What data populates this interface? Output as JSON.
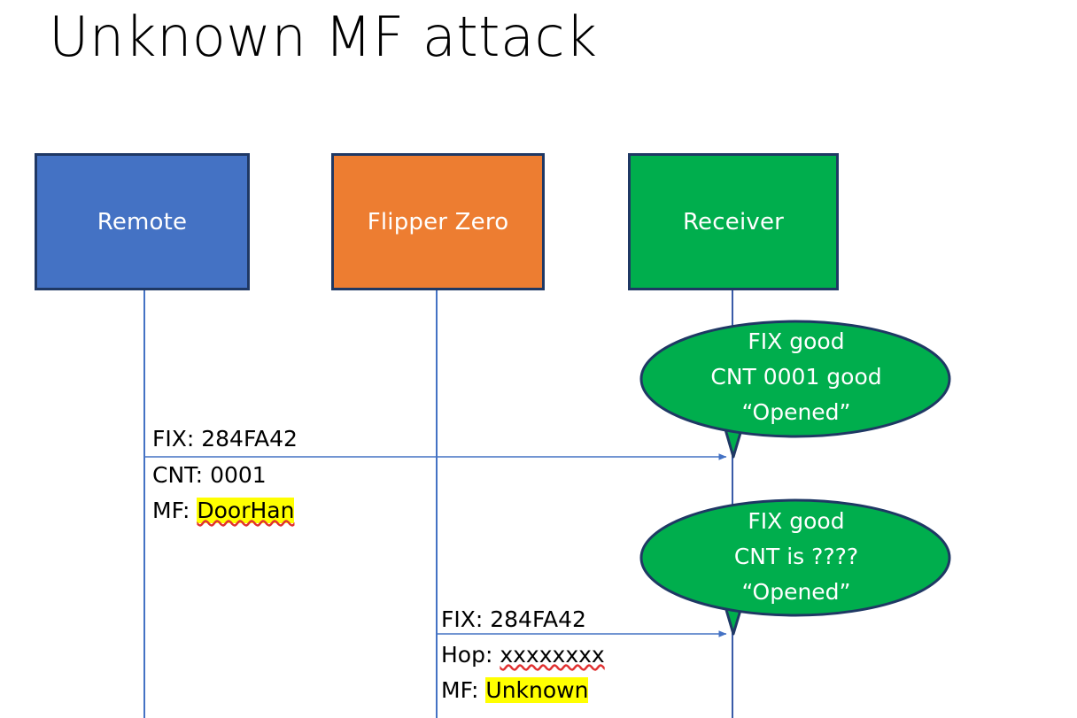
{
  "slide": {
    "title": "Unknown MF attack",
    "background": "#ffffff"
  },
  "colors": {
    "remote_fill": "#4472C4",
    "flipper_fill": "#ED7D31",
    "receiver_fill": "#00AE4D",
    "box_border": "#1F3864",
    "lifeline": "#4472C4",
    "arrow": "#4472C4",
    "callout_fill": "#00AE4D",
    "callout_border": "#1F3864",
    "highlight": "#FFFF00",
    "spellcheck_underline": "#E03030",
    "text_dark": "#000000",
    "text_light": "#ffffff"
  },
  "actors": [
    {
      "id": "remote",
      "label": "Remote"
    },
    {
      "id": "flipper",
      "label": "Flipper Zero"
    },
    {
      "id": "receiver",
      "label": "Receiver"
    }
  ],
  "messages": [
    {
      "id": "msg1",
      "from": "remote",
      "to": "receiver",
      "lines": [
        {
          "prefix": "FIX: ",
          "value": "284FA42",
          "highlight": false,
          "spellcheck": false
        },
        {
          "prefix": "CNT: ",
          "value": "0001",
          "highlight": false,
          "spellcheck": false
        },
        {
          "prefix": "MF: ",
          "value": "DoorHan",
          "highlight": true,
          "spellcheck": true
        }
      ]
    },
    {
      "id": "msg2",
      "from": "flipper",
      "to": "receiver",
      "lines": [
        {
          "prefix": "FIX: ",
          "value": "284FA42",
          "highlight": false,
          "spellcheck": false
        },
        {
          "prefix": "Hop: ",
          "value": "xxxxxxxx",
          "highlight": false,
          "spellcheck": true
        },
        {
          "prefix": "MF: ",
          "value": "Unknown",
          "highlight": true,
          "spellcheck": false
        }
      ]
    }
  ],
  "callouts": [
    {
      "id": "callout1",
      "lines": [
        "FIX good",
        "CNT 0001 good",
        "“Opened”"
      ]
    },
    {
      "id": "callout2",
      "lines": [
        "FIX good",
        "CNT is ????",
        "“Opened”"
      ]
    }
  ]
}
